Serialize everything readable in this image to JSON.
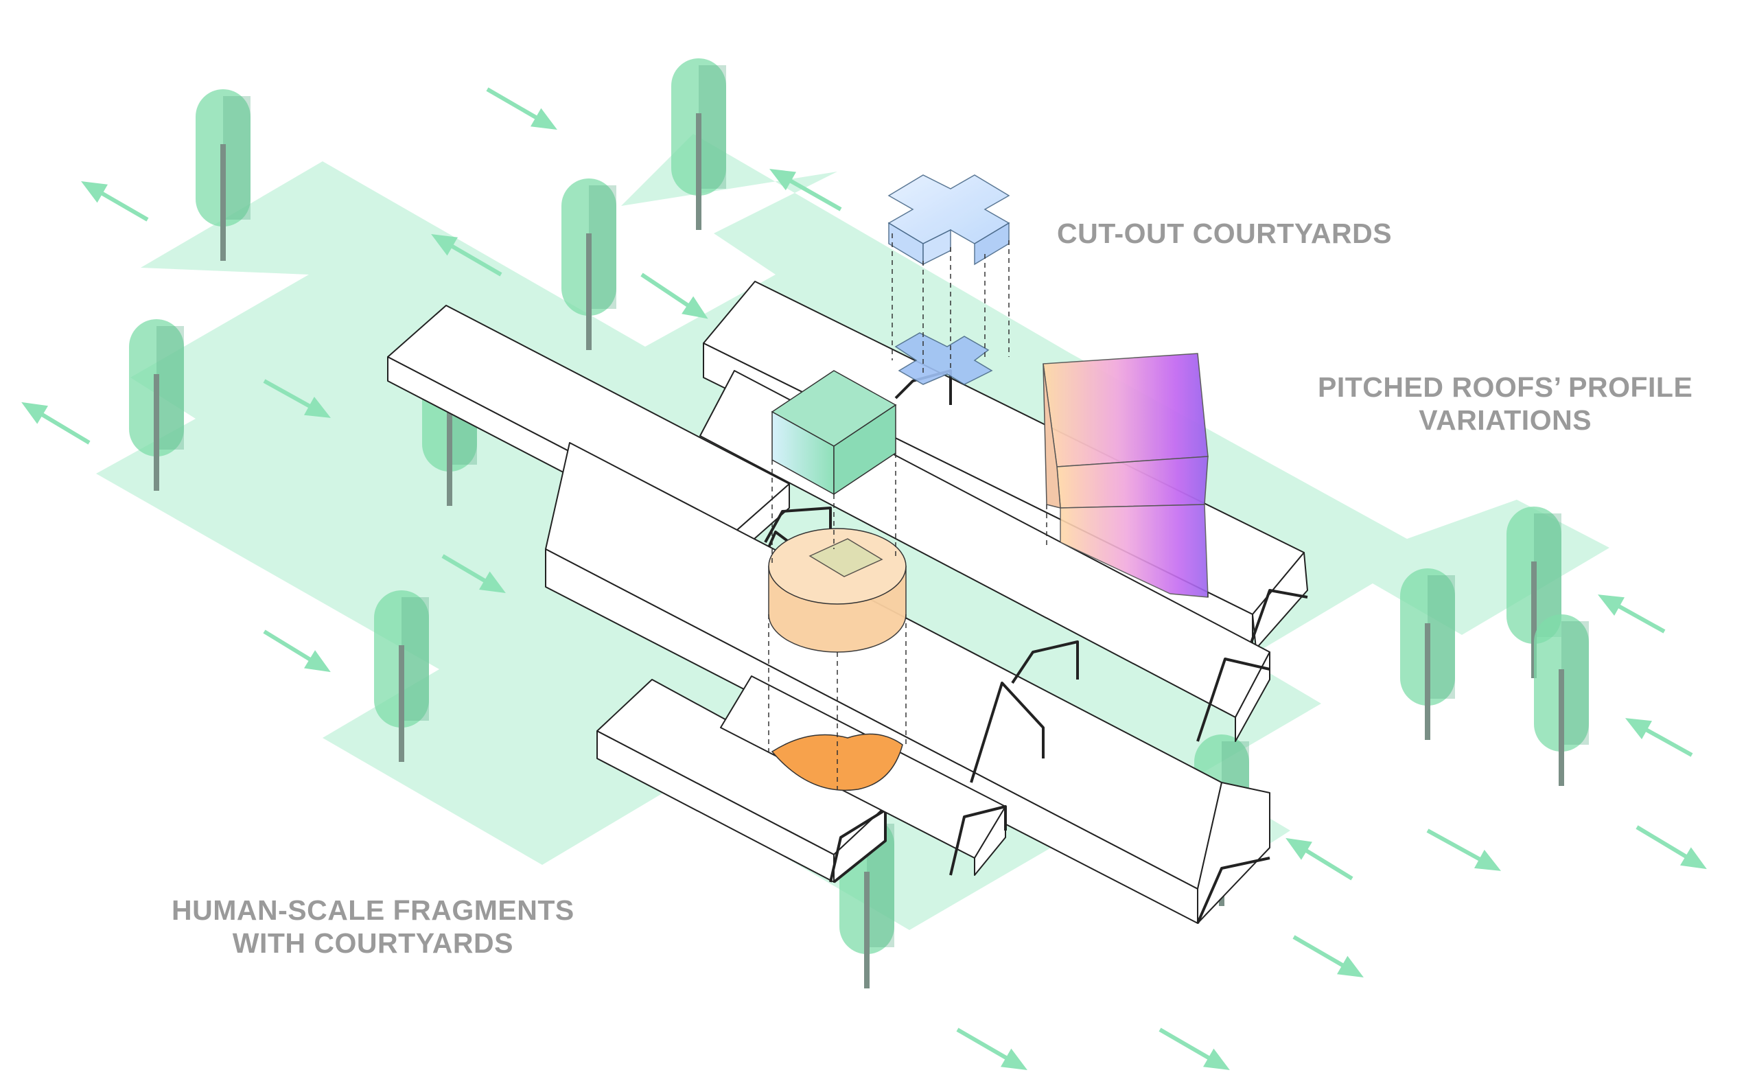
{
  "labels": {
    "cutout": {
      "lines": [
        "CUT-OUT COURTYARDS"
      ]
    },
    "pitched": {
      "lines": [
        "PITCHED ROOFS’ PROFILE",
        "VARIATIONS"
      ]
    },
    "human": {
      "lines": [
        "HUMAN-SCALE  FRAGMENTS",
        "WITH COURTYARDS"
      ]
    }
  },
  "colors": {
    "ground": "#d2f5e4",
    "tree": "#7fdcaa",
    "trunk": "#7a8f86",
    "arrow": "#8ee3b7",
    "building_fill": "#ffffff",
    "building_line": "#222222",
    "label_text": "#9a9a9a",
    "cross_block": "#cfe3ff",
    "cube": "#9be7cf",
    "cylinder": "#f8c58f",
    "courtyard_orange": "#f7a24c",
    "pitched_gradient": [
      "#ffcf9a",
      "#f2a8e2",
      "#c86af0",
      "#8a5df0"
    ]
  }
}
